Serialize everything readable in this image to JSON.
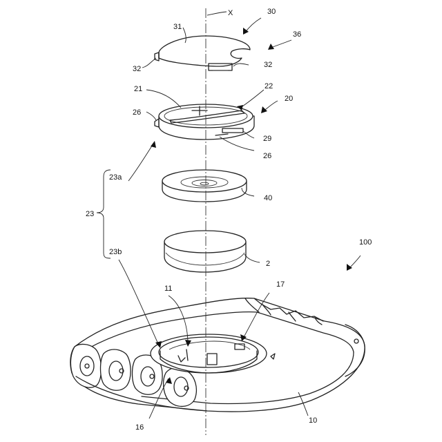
{
  "figure": {
    "axis_label": "X",
    "labels": {
      "r100": "100",
      "r30": "30",
      "r36": "36",
      "r31": "31",
      "r32a": "32",
      "r32b": "32",
      "r21": "21",
      "r22": "22",
      "r20": "20",
      "r26a": "26",
      "r26b": "26",
      "r29": "29",
      "r23a": "23a",
      "r23": "23",
      "r23b": "23b",
      "r40": "40",
      "r2": "2",
      "r11": "11",
      "r17": "17",
      "r16": "16",
      "r10": "10"
    }
  }
}
